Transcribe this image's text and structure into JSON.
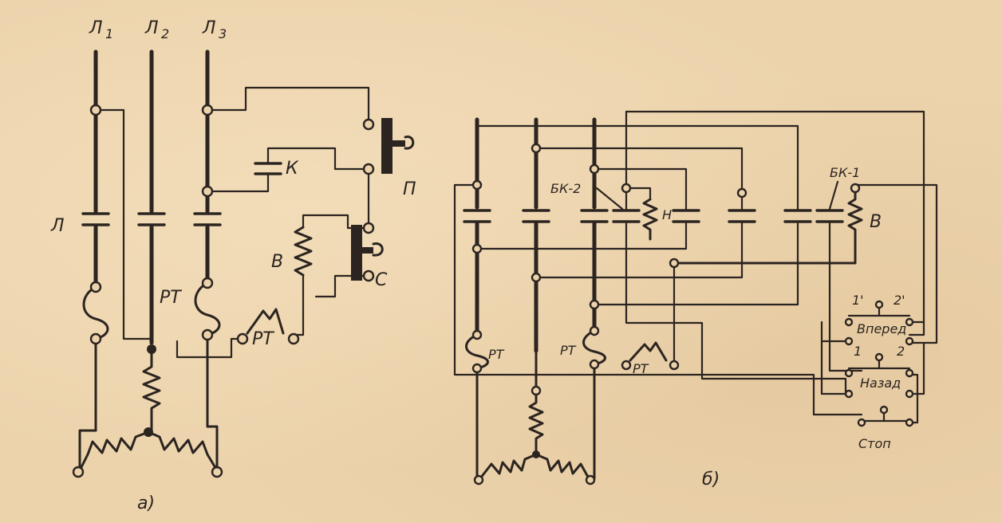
{
  "colors": {
    "paper": "#ecd3ac",
    "ink": "#2b2420"
  },
  "diagram_a": {
    "caption": "а)",
    "lines": [
      "Л",
      "Л",
      "Л"
    ],
    "line_subs": [
      "1",
      "2",
      "3"
    ],
    "contactor_label": "Л",
    "contact_label": "К",
    "start_button": "П",
    "stop_button": "С",
    "coil_label": "В",
    "relay_label_fuse": "РТ",
    "relay_label_contact": "РТ"
  },
  "diagram_b": {
    "caption": "б)",
    "bk2_label": "БК-2",
    "bk1_label": "БК-1",
    "coil_n": "Н",
    "coil_v": "В",
    "rt1": "РТ",
    "rt2": "РТ",
    "rt3": "РТ",
    "forward_label": "Вперед",
    "back_label": "Назад",
    "stop_label": "Стоп",
    "pos_1p": "1'",
    "pos_2p": "2'",
    "pos_1": "1",
    "pos_2": "2"
  }
}
